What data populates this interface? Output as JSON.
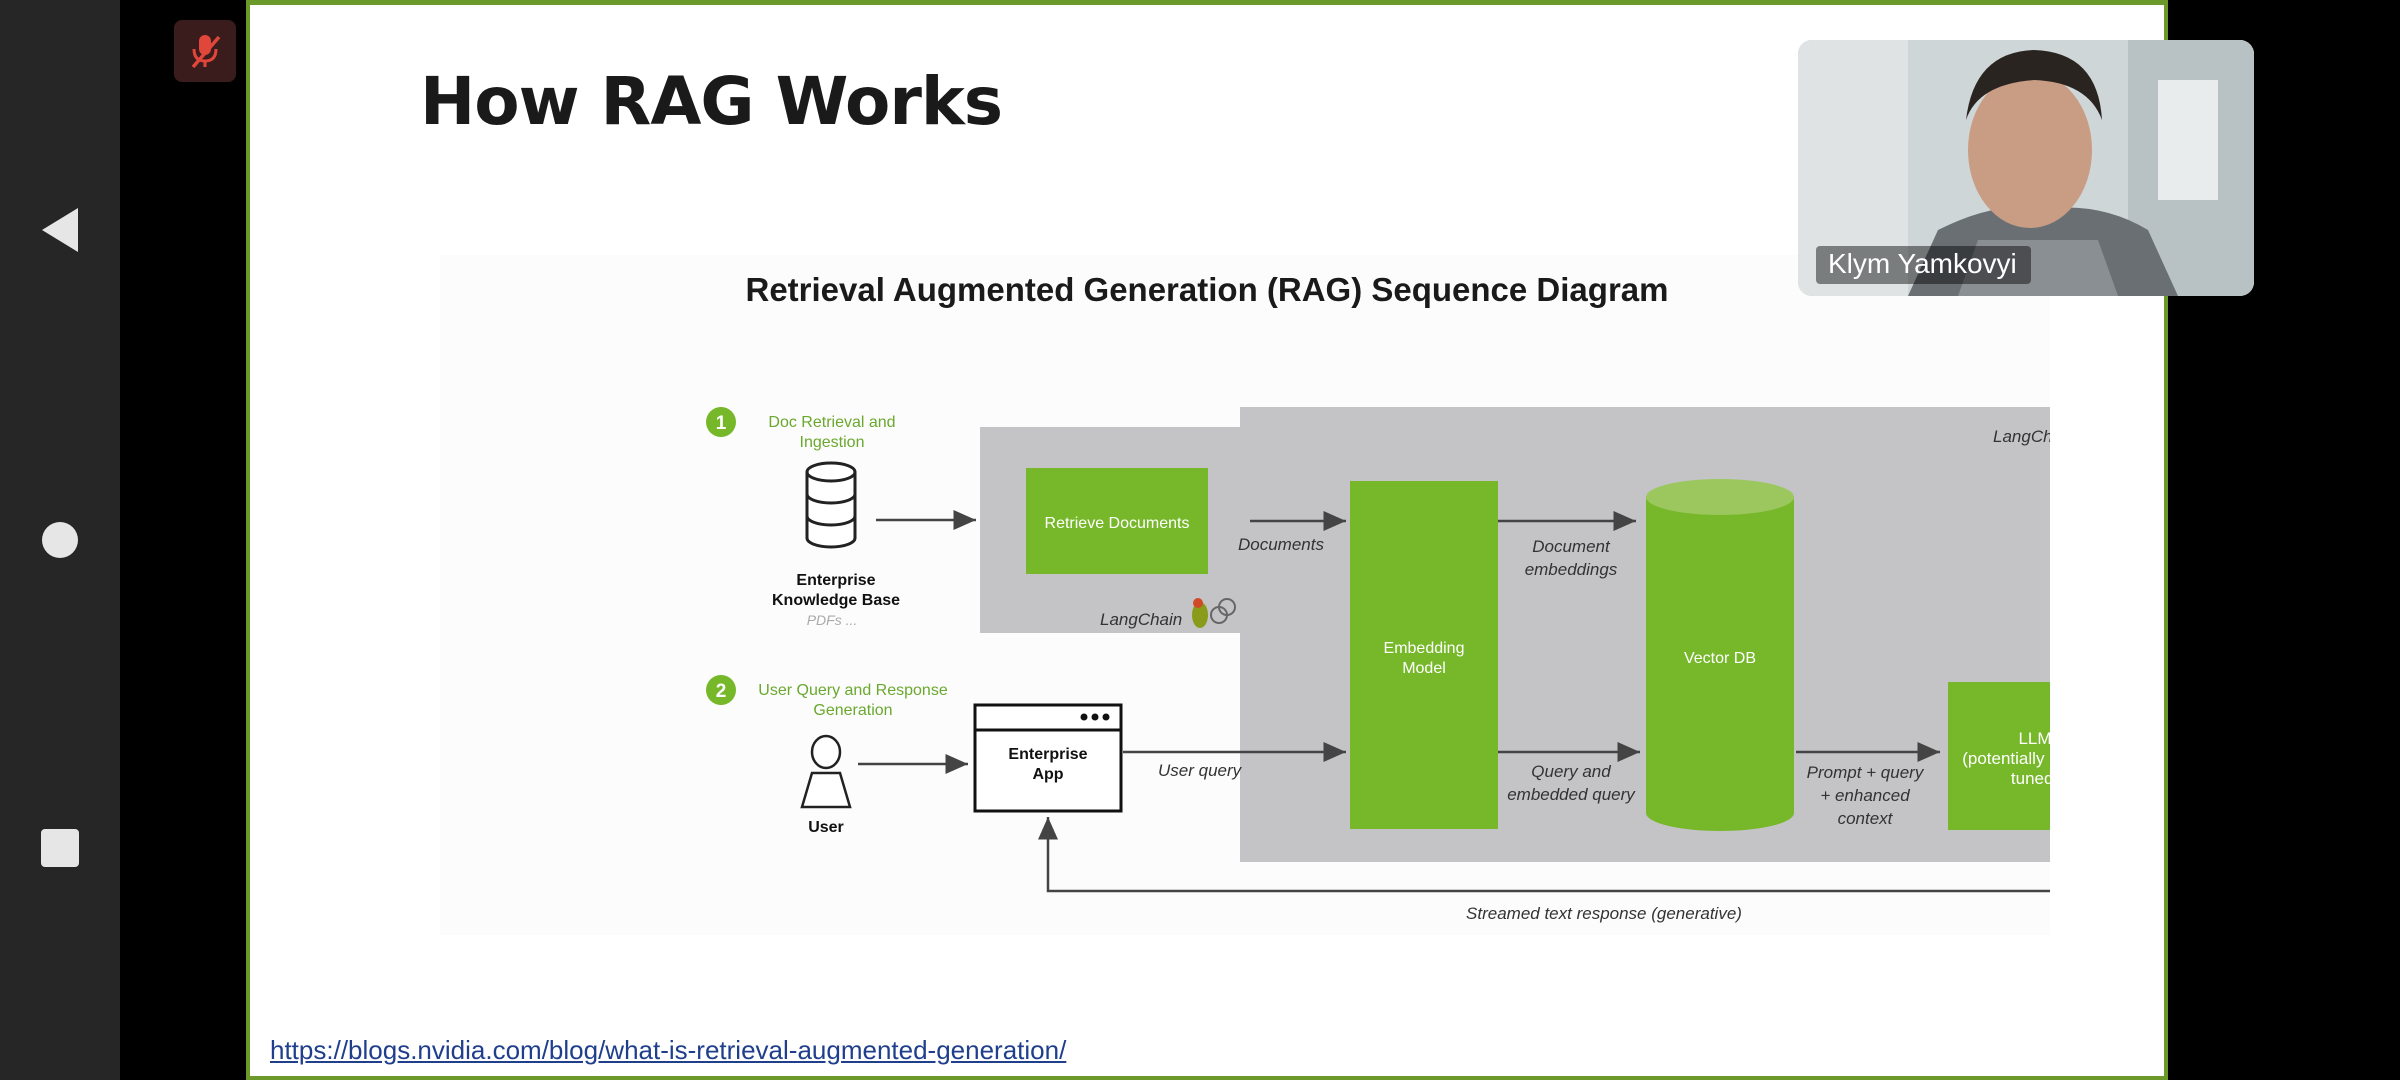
{
  "meeting": {
    "mic_status_icon": "mic-muted-icon",
    "participant_name": "Klym Yamkovyi"
  },
  "navbar": {
    "back_icon": "back-triangle-icon",
    "home_icon": "home-circle-icon",
    "recents_icon": "recents-square-icon"
  },
  "slide": {
    "title": "How RAG Works",
    "link": "https://blogs.nvidia.com/blog/what-is-retrieval-augmented-generation/"
  },
  "diagram": {
    "title": "Retrieval Augmented Generation (RAG) Sequence Diagram",
    "step1_number": "1",
    "step1_label_line1": "Doc Retrieval and",
    "step1_label_line2": "Ingestion",
    "step2_number": "2",
    "step2_label_line1": "User Query and Response",
    "step2_label_line2": "Generation",
    "kb_label_line1": "Enterprise",
    "kb_label_line2": "Knowledge Base",
    "kb_sublabel": "PDFs ...",
    "retrieve_box": "Retrieve Documents",
    "langchain_small": "LangChain",
    "langchain_large": "LangChain",
    "documents_label": "Documents",
    "embedding_line1": "Embedding",
    "embedding_line2": "Model",
    "doc_emb_line1": "Document",
    "doc_emb_line2": "embeddings",
    "vector_db": "Vector DB",
    "user_label": "User",
    "app_line1": "Enterprise",
    "app_line2": "App",
    "user_query": "User query",
    "query_emb_line1": "Query and",
    "query_emb_line2": "embedded query",
    "prompt_line1": "Prompt + query",
    "prompt_line2": "+ enhanced",
    "prompt_line3": "context",
    "llm_line1": "LLM",
    "llm_line2": "(potentially prompt-",
    "llm_line3": "tuned)",
    "streamed_response": "Streamed text response (generative)"
  },
  "colors": {
    "accent_green": "#76b82a",
    "slide_border": "#6b9a2a",
    "panel_gray": "#c4c4c6",
    "label_green": "#6aa82e",
    "muted_red": "#e0463a"
  }
}
